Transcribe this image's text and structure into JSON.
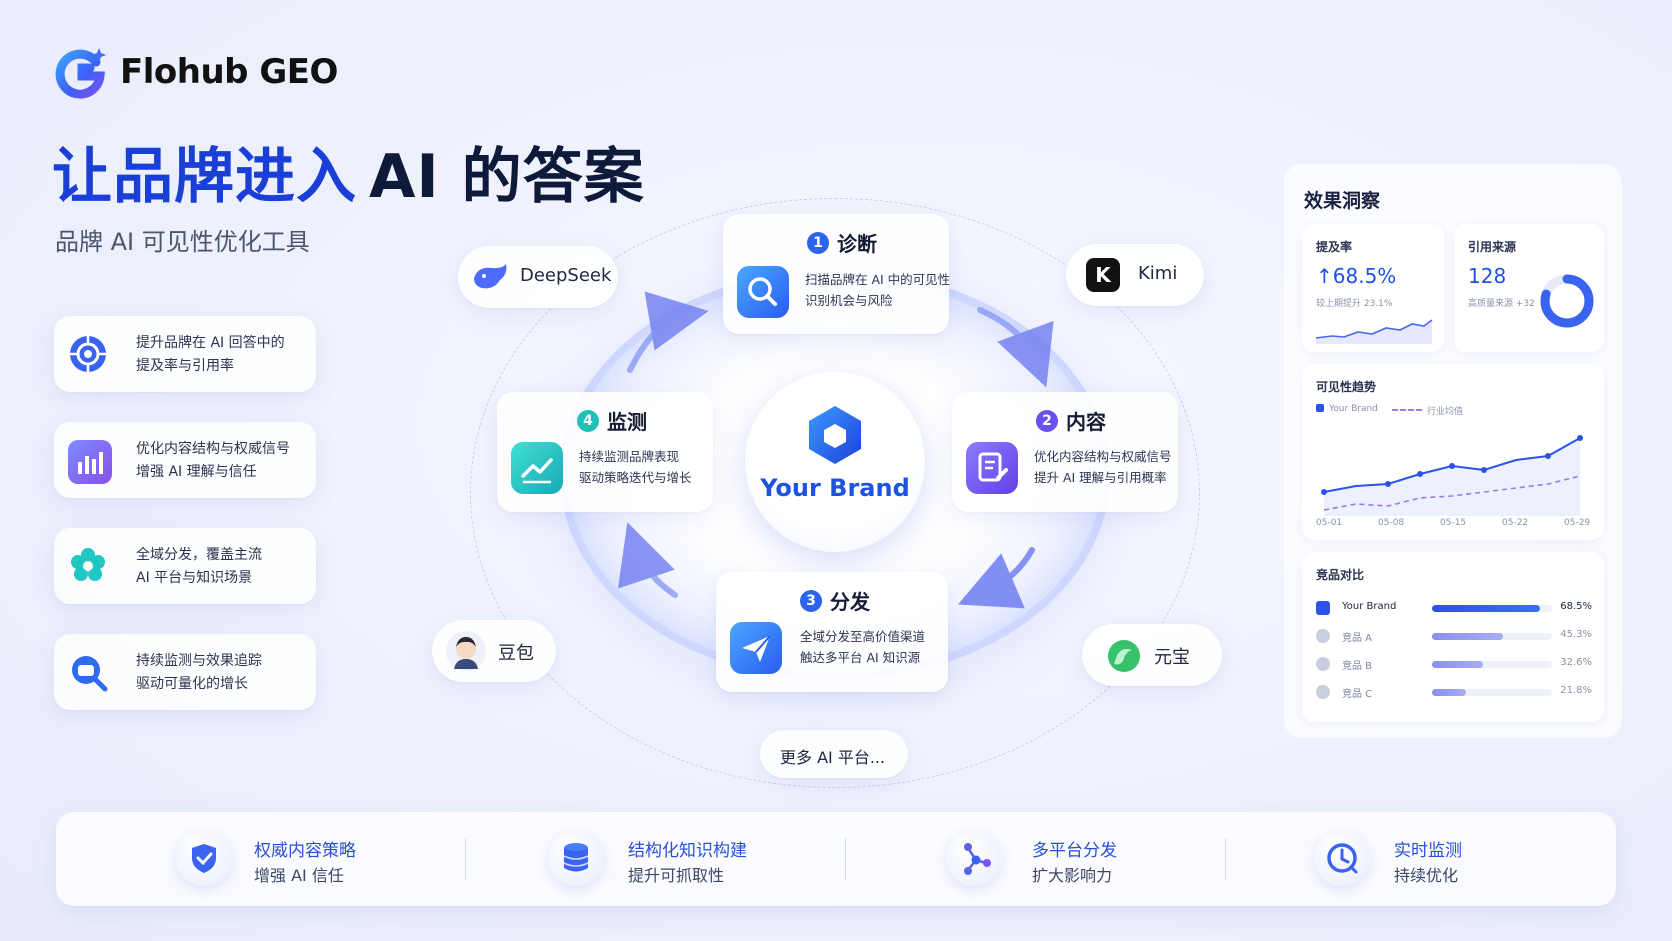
{
  "header": {
    "logo_text": "Flohub GEO",
    "hero_part1": "让品牌进入",
    "hero_part2": "AI 的答案",
    "subtitle": "品牌 AI 可见性优化工具"
  },
  "features": [
    {
      "line1": "提升品牌在 AI 回答中的",
      "line2": "提及率与引用率",
      "icon": "target-icon"
    },
    {
      "line1": "优化内容结构与权威信号",
      "line2": "增强 AI 理解与信任",
      "icon": "bar-chart-icon"
    },
    {
      "line1": "全域分发，覆盖主流",
      "line2": "AI 平台与知识场景",
      "icon": "flower-icon"
    },
    {
      "line1": "持续监测与效果追踪",
      "line2": "驱动可量化的增长",
      "icon": "magnifier-icon"
    }
  ],
  "center": {
    "brand": "Your Brand"
  },
  "steps": [
    {
      "num": "1",
      "title": "诊断",
      "line1": "扫描品牌在 AI 中的可见性",
      "line2": "识别机会与风险"
    },
    {
      "num": "2",
      "title": "内容",
      "line1": "优化内容结构与权威信号",
      "line2": "提升 AI 理解与引用概率"
    },
    {
      "num": "3",
      "title": "分发",
      "line1": "全域分发至高价值渠道",
      "line2": "触达多平台 AI 知识源"
    },
    {
      "num": "4",
      "title": "监测",
      "line1": "持续监测品牌表现",
      "line2": "驱动策略迭代与增长"
    }
  ],
  "platforms": {
    "deepseek": "DeepSeek",
    "kimi": "Kimi",
    "doubao": "豆包",
    "yuanbao": "元宝",
    "more": "更多 AI 平台..."
  },
  "insights": {
    "title": "效果洞察",
    "mention": {
      "label": "提及率",
      "value": "68.5%",
      "note": "较上期提升 23.1%"
    },
    "citation": {
      "label": "引用来源",
      "value": "128",
      "note": "高质量来源 +32",
      "ring_fraction": 0.8
    },
    "trend": {
      "label": "可见性趋势",
      "legend_brand": "Your Brand",
      "legend_industry": "行业均值",
      "x_labels": [
        "05-01",
        "05-08",
        "05-15",
        "05-22",
        "05-29"
      ]
    },
    "compare": {
      "label": "竞品对比",
      "rows": [
        {
          "name": "Your Brand",
          "value": "68.5%",
          "fraction": 0.685
        },
        {
          "name": "竞品 A",
          "value": "45.3%",
          "fraction": 0.453
        },
        {
          "name": "竞品 B",
          "value": "32.6%",
          "fraction": 0.326
        },
        {
          "name": "竞品 C",
          "value": "21.8%",
          "fraction": 0.218
        }
      ]
    }
  },
  "bottom": [
    {
      "t1": "权威内容策略",
      "t2": "增强 AI 信任"
    },
    {
      "t1": "结构化知识构建",
      "t2": "提升可抓取性"
    },
    {
      "t1": "多平台分发",
      "t2": "扩大影响力"
    },
    {
      "t1": "实时监测",
      "t2": "持续优化"
    }
  ]
}
